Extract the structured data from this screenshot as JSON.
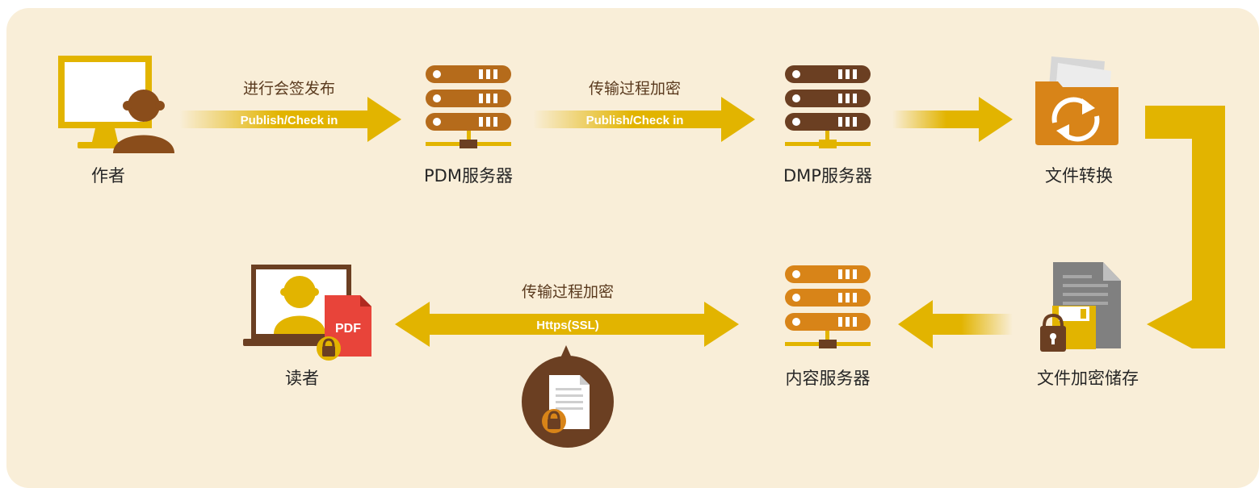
{
  "nodes": {
    "author": "作者",
    "pdm_server": "PDM服务器",
    "dmp_server": "DMP服务器",
    "file_convert": "文件转换",
    "file_encrypt_store": "文件加密储存",
    "content_server": "内容服务器",
    "reader": "读者"
  },
  "arrows": {
    "publish": {
      "top": "进行会签发布",
      "inside": "Publish/Check in"
    },
    "transfer1": {
      "top": "传输过程加密",
      "inside": "Publish/Check in"
    },
    "transfer2": {
      "top": "传输过程加密",
      "inside": "Https(SSL)"
    }
  },
  "badges": {
    "pdf": "PDF"
  },
  "colors": {
    "background": "#f9eed8",
    "arrow_gold": "#e2b400",
    "server_brown": "#6b3f22",
    "server_orange": "#c9791d",
    "accent_orange": "#d88418"
  }
}
